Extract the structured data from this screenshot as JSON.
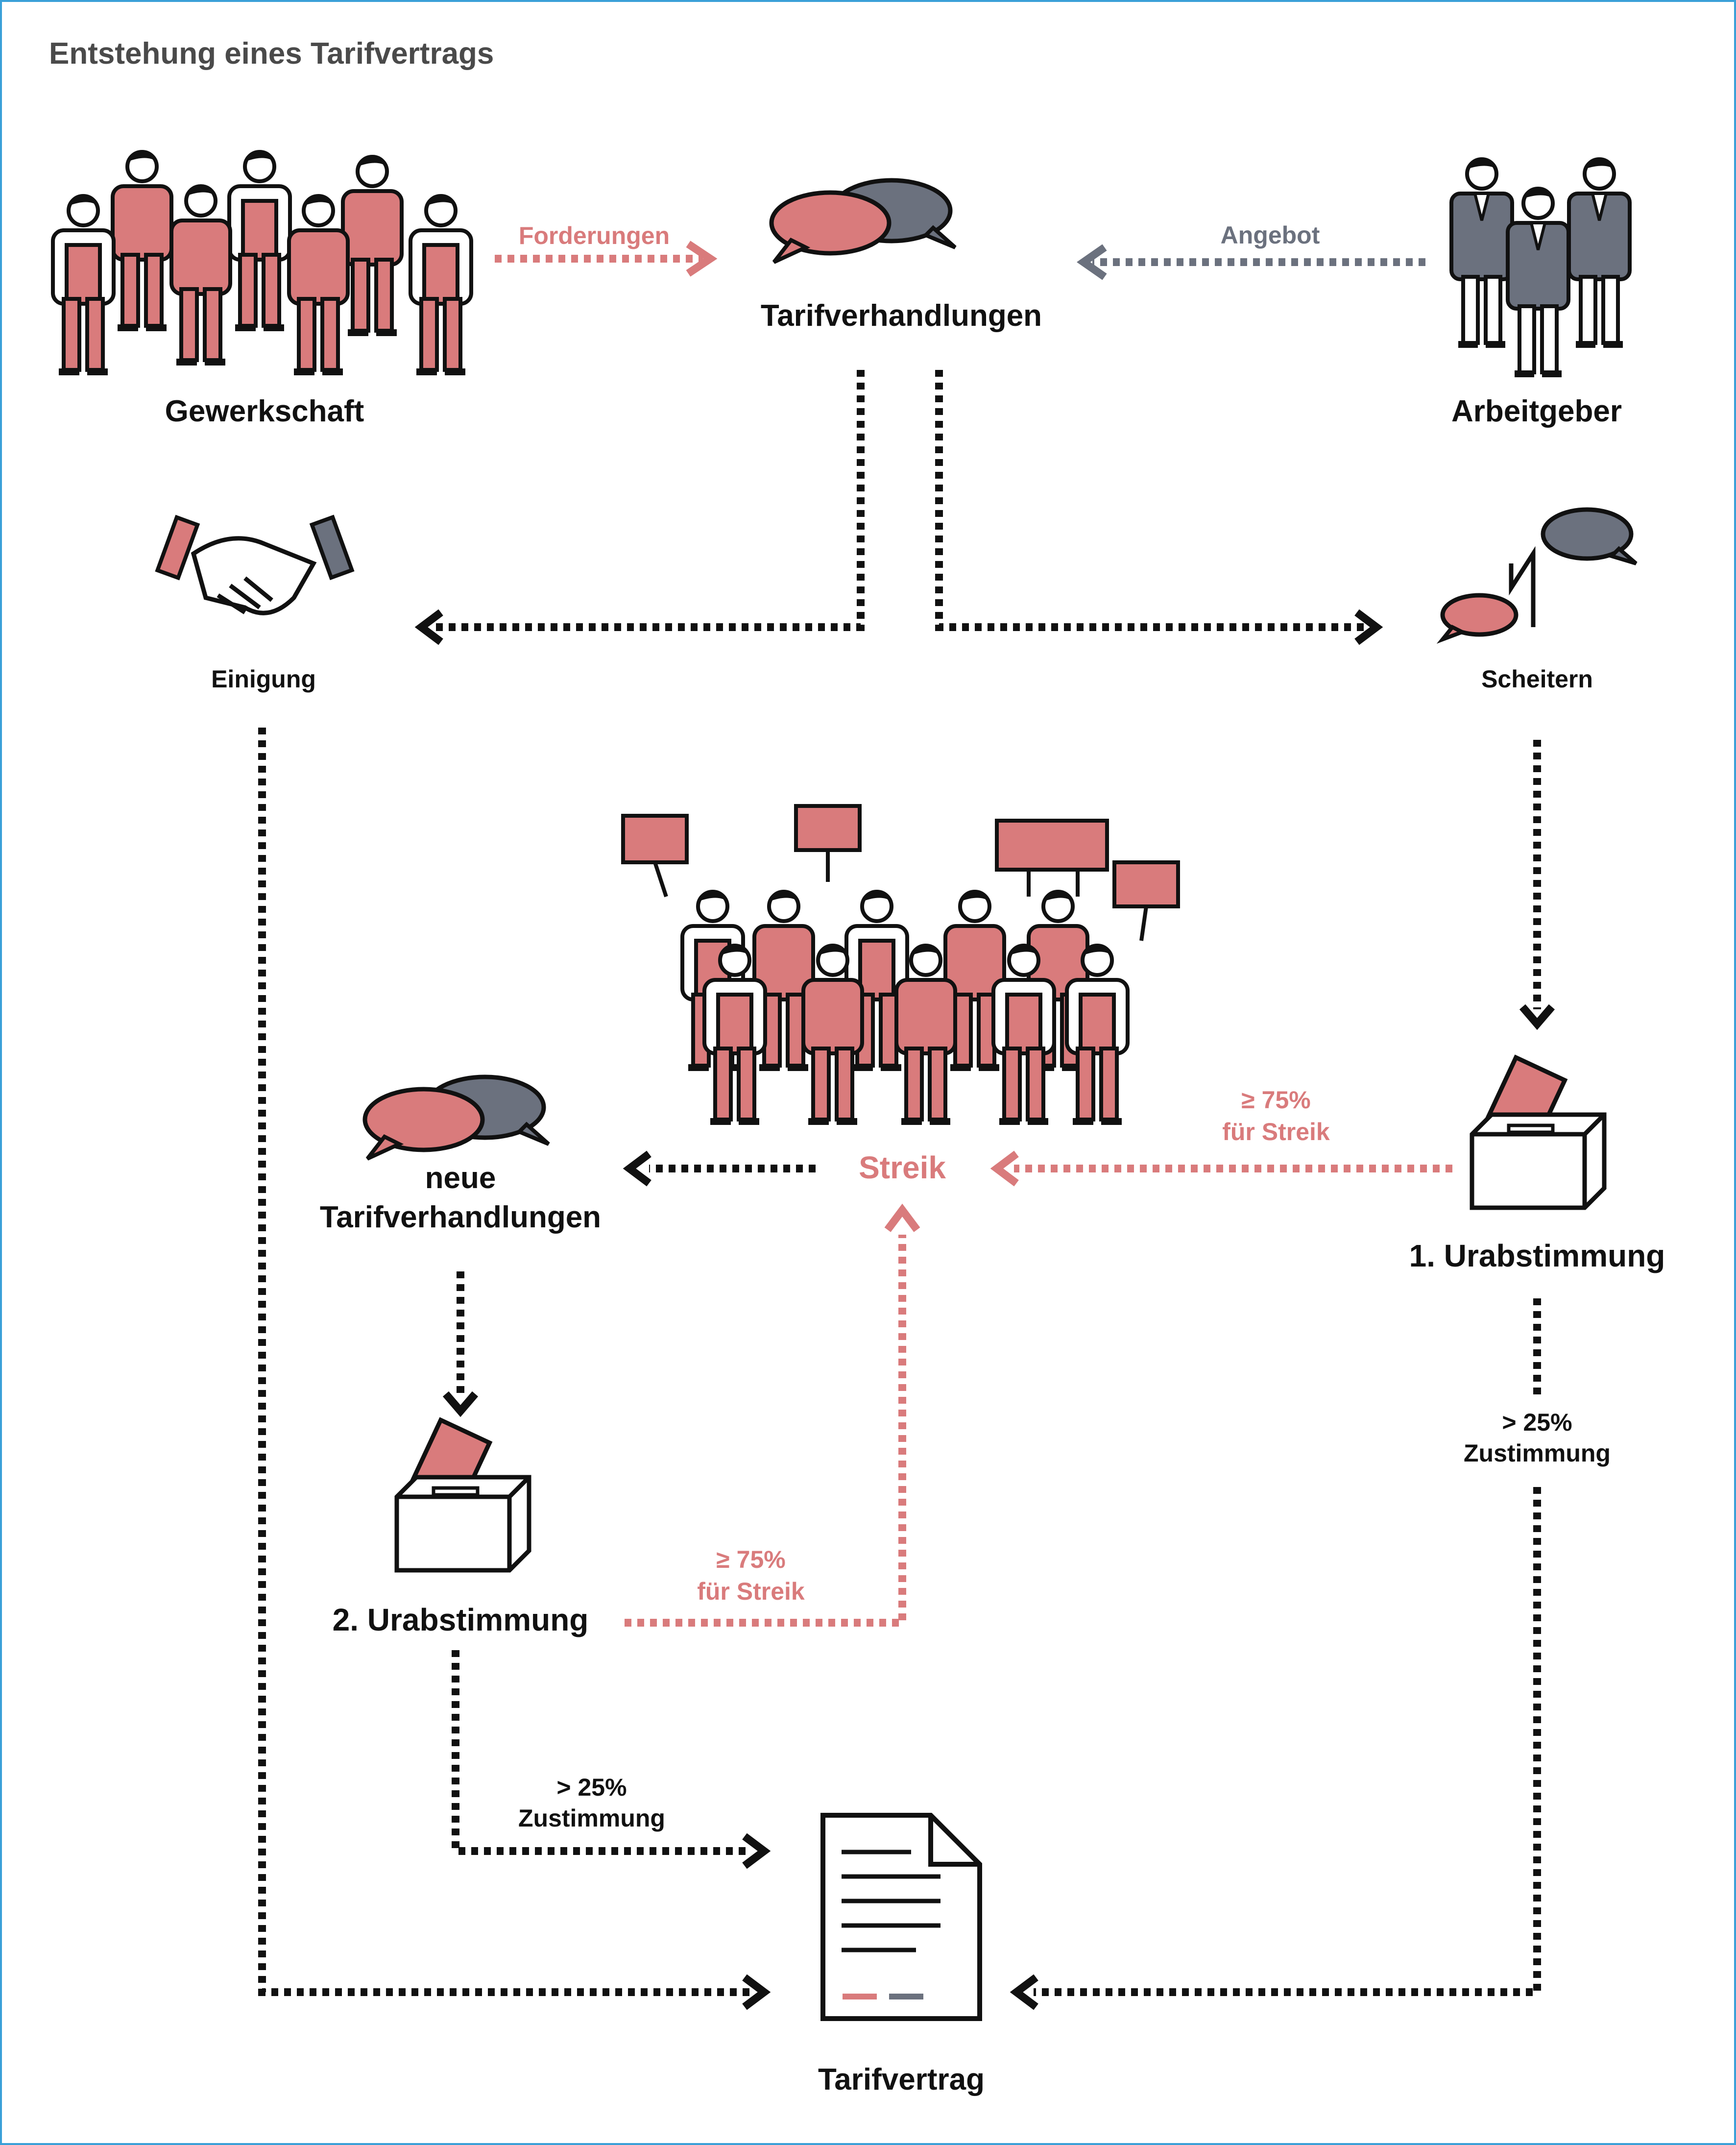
{
  "title": "Entstehung eines Tarifvertrags",
  "colors": {
    "red": "#d97b7c",
    "slate": "#6b717e",
    "dark": "#111111",
    "frame": "#3aa0d8",
    "title": "#4a4a4a"
  },
  "nodes": {
    "union": "Gewerkschaft",
    "employer": "Arbeitgeber",
    "negotiations": "Tarifverhandlungen",
    "agreement": "Einigung",
    "failure": "Scheitern",
    "strike": "Streik",
    "new_negotiations_line1": "neue",
    "new_negotiations_line2": "Tarifverhandlungen",
    "ballot1": "1. Urabstimmung",
    "ballot2": "2. Urabstimmung",
    "contract": "Tarifvertrag"
  },
  "edges": {
    "demands": "Forderungen",
    "offer": "Angebot",
    "strike_vote1_line1": "≥ 75%",
    "strike_vote1_line2": "für Streik",
    "strike_vote2_line1": "≥ 75%",
    "strike_vote2_line2": "für Streik",
    "approval1_line1": "> 25%",
    "approval1_line2": "Zustimmung",
    "approval2_line1": "> 25%",
    "approval2_line2": "Zustimmung"
  },
  "icons": {
    "union": "workers-group-icon",
    "employer": "employers-group-icon",
    "negotiations": "speech-bubbles-icon",
    "agreement": "handshake-icon",
    "failure": "broken-speech-bubbles-icon",
    "strike": "protest-crowd-icon",
    "new_negotiations": "speech-bubbles-icon",
    "ballot": "ballot-box-icon",
    "contract": "document-icon"
  }
}
